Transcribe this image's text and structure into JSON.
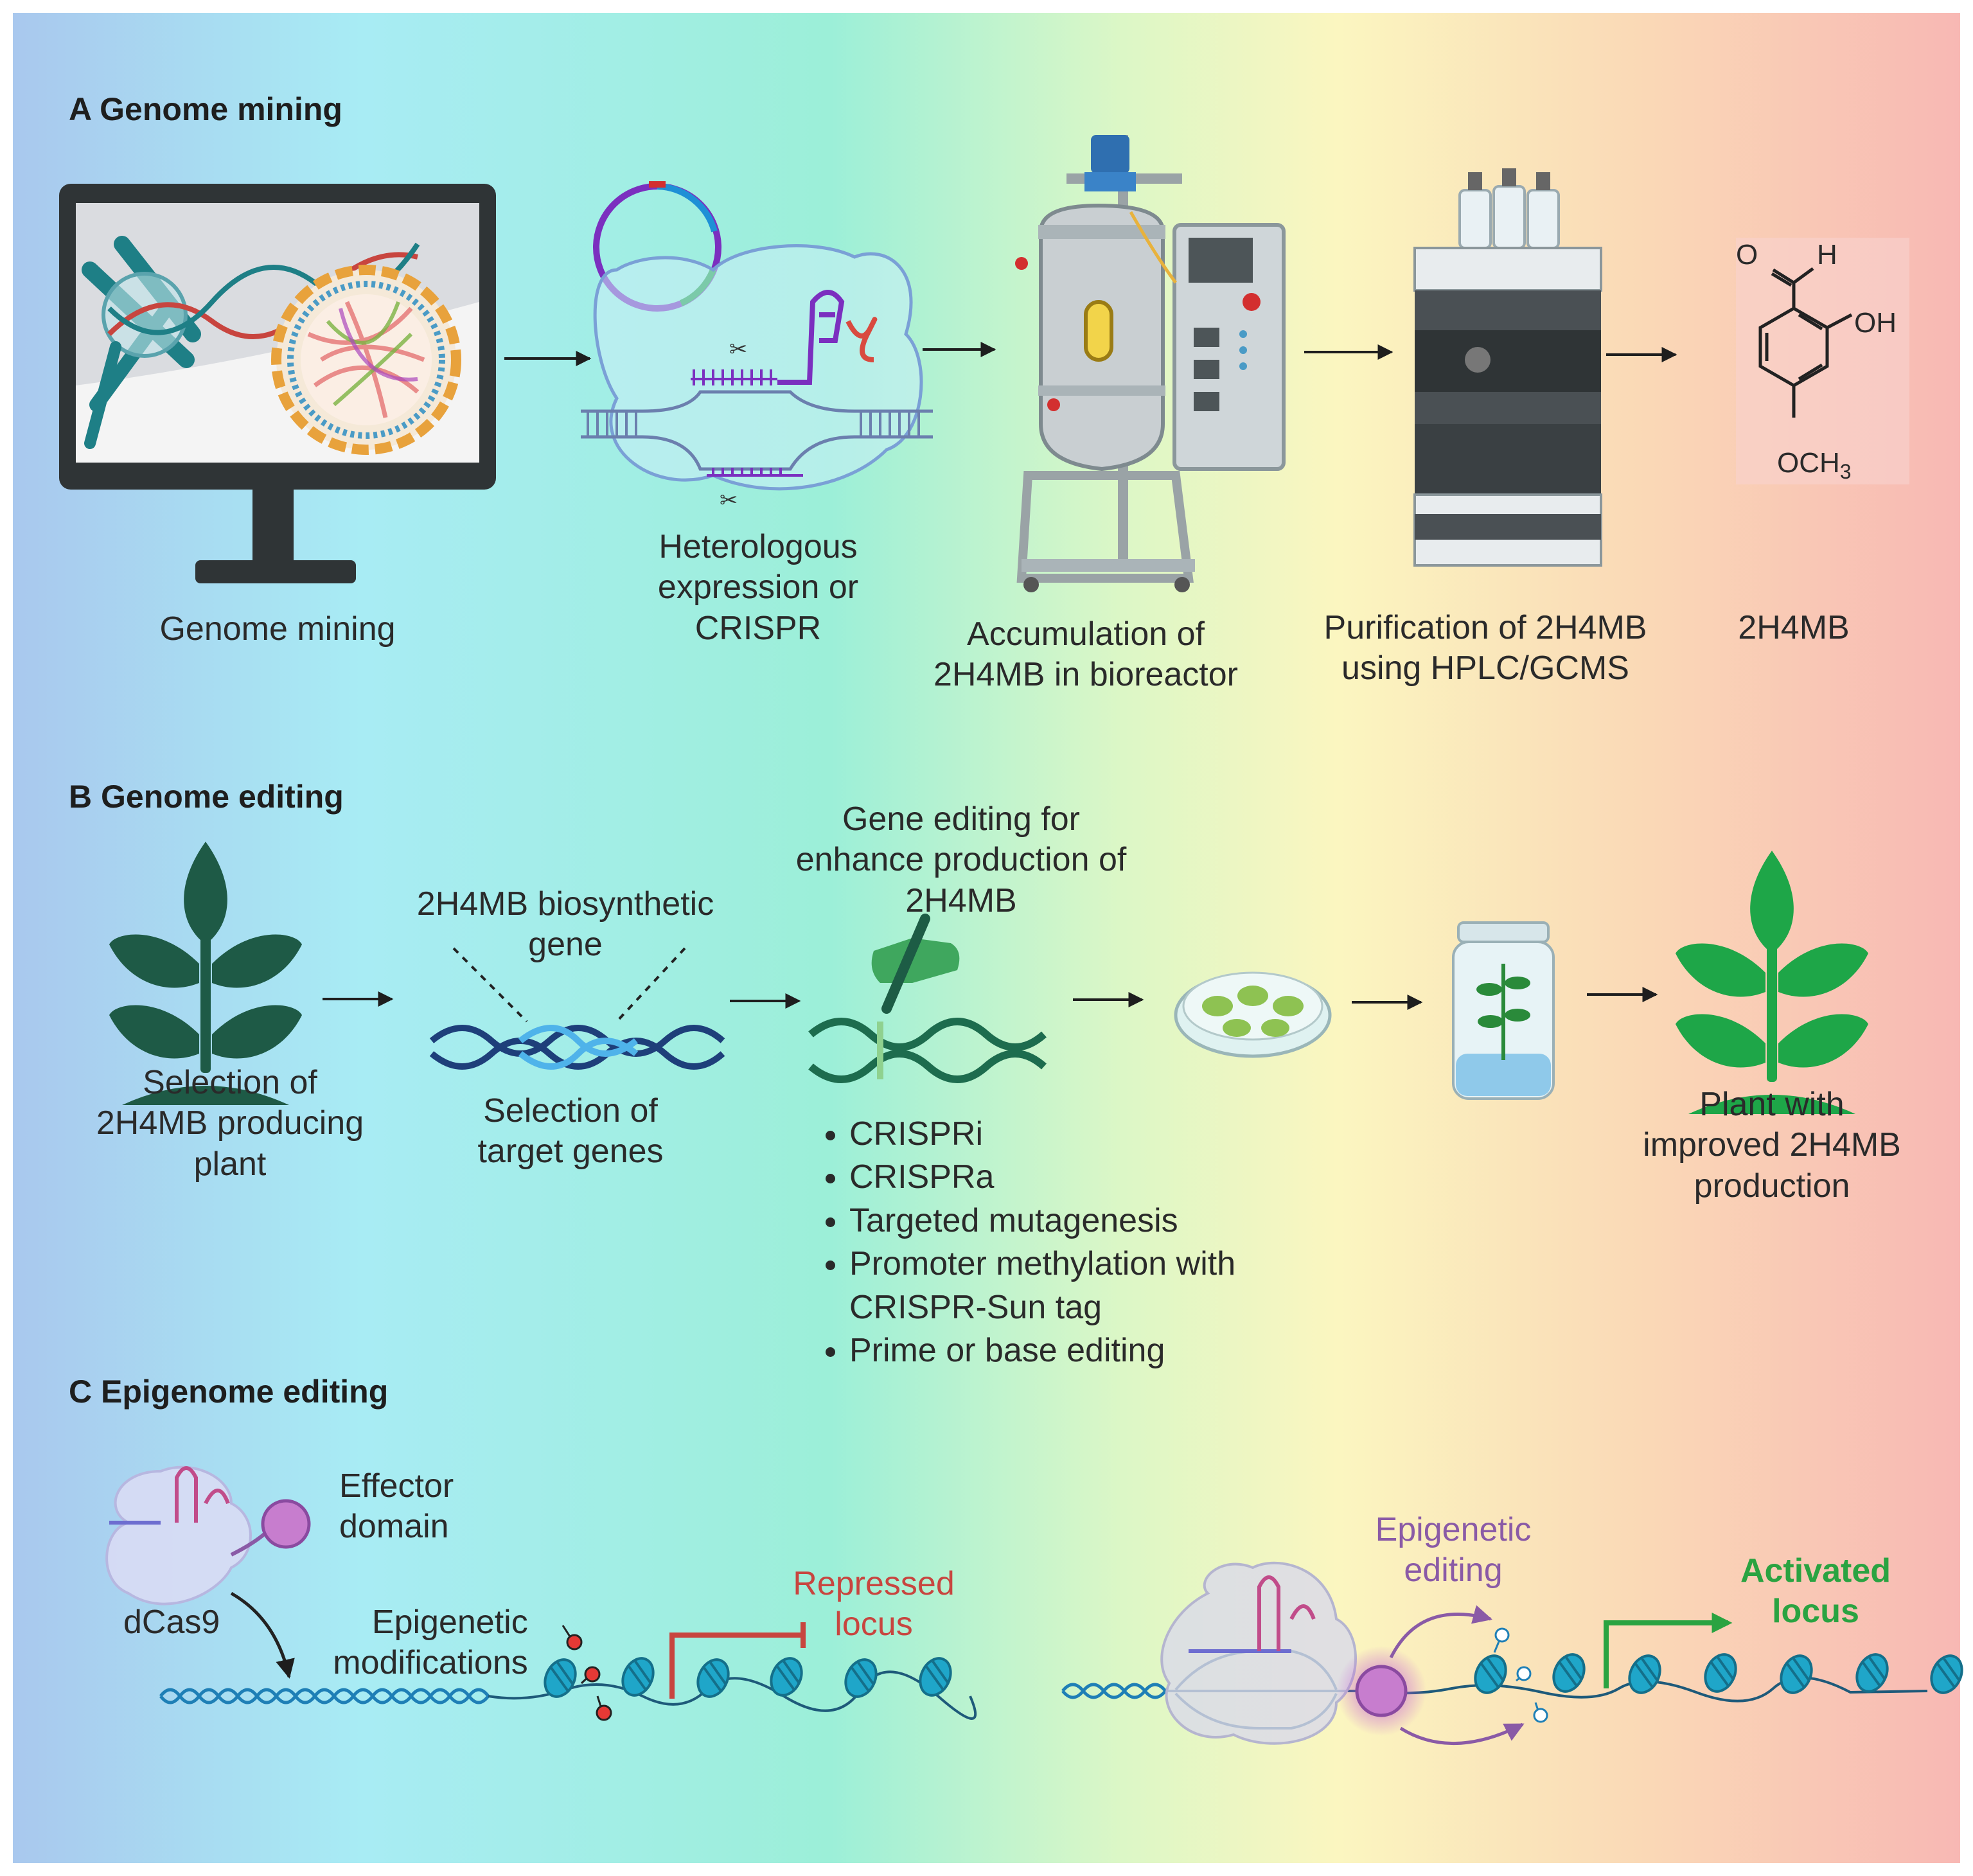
{
  "colors": {
    "gradient": [
      "#a9c8ee",
      "#a8ecf4",
      "#9cefd8",
      "#dcf7c6",
      "#fbf6c0",
      "#fad8b6",
      "#f8b8b4"
    ],
    "dark_teal": "#1d5c5a",
    "plant_dark": "#1e5a46",
    "plant_bright": "#1ea648",
    "repressed": "#c8453f",
    "activated": "#2aa341",
    "epigenetic": "#8a5aa6"
  },
  "section_a": {
    "title": "A Genome mining",
    "steps": [
      {
        "id": "genome-mining",
        "icon": "computer-monitor-icon",
        "lines": [
          "Genome mining"
        ]
      },
      {
        "id": "heterologous",
        "icon": "crispr-plasmid-icon",
        "lines": [
          "Heterologous",
          "expression or",
          "CRISPR"
        ]
      },
      {
        "id": "bioreactor",
        "icon": "bioreactor-icon",
        "lines": [
          "Accumulation of",
          "2H4MB in bioreactor"
        ]
      },
      {
        "id": "purification",
        "icon": "hplc-instrument-icon",
        "lines": [
          "Purification of 2H4MB",
          "using HPLC/GCMS"
        ]
      },
      {
        "id": "product",
        "icon": "chemical-structure-icon",
        "lines": [
          "2H4MB"
        ]
      }
    ],
    "structure_labels": {
      "aldehyde_o": "O",
      "aldehyde_h": "H",
      "hydroxyl": "OH",
      "methoxy": "OCH",
      "methoxy_sub": "3"
    }
  },
  "section_b": {
    "title": "B Genome editing",
    "steps": [
      {
        "id": "select-plant",
        "icon": "plant-icon",
        "lines": [
          "Selection of",
          "2H4MB producing",
          "plant"
        ]
      },
      {
        "id": "select-genes",
        "icon": "dna-helix-icon",
        "top_lines": [
          "2H4MB biosynthetic",
          "gene"
        ],
        "lines": [
          "Selection of",
          "target genes"
        ]
      },
      {
        "id": "gene-editing",
        "icon": "gene-editing-hand-icon",
        "top_lines": [
          "Gene editing for",
          "enhance production of",
          "2H4MB"
        ]
      },
      {
        "id": "petri",
        "icon": "petri-dish-icon"
      },
      {
        "id": "jar",
        "icon": "tissue-culture-jar-icon"
      },
      {
        "id": "improved-plant",
        "icon": "plant-icon",
        "lines": [
          "Plant with",
          "improved 2H4MB",
          "production"
        ]
      }
    ],
    "methods": [
      "CRISPRi",
      "CRISPRa",
      "Targeted mutagenesis",
      "Promoter methylation with",
      "Prime or base editing"
    ],
    "methods_continuation": "CRISPR-Sun tag"
  },
  "section_c": {
    "title": "C Epigenome editing",
    "effector_lines": [
      "Effector",
      "domain"
    ],
    "dcas9": "dCas9",
    "epi_mod_lines": [
      "Epigenetic",
      "modifications"
    ],
    "repressed_lines": [
      "Repressed",
      "locus"
    ],
    "epi_edit_lines": [
      "Epigenetic",
      "editing"
    ],
    "activated_lines": [
      "Activated",
      "locus"
    ]
  }
}
